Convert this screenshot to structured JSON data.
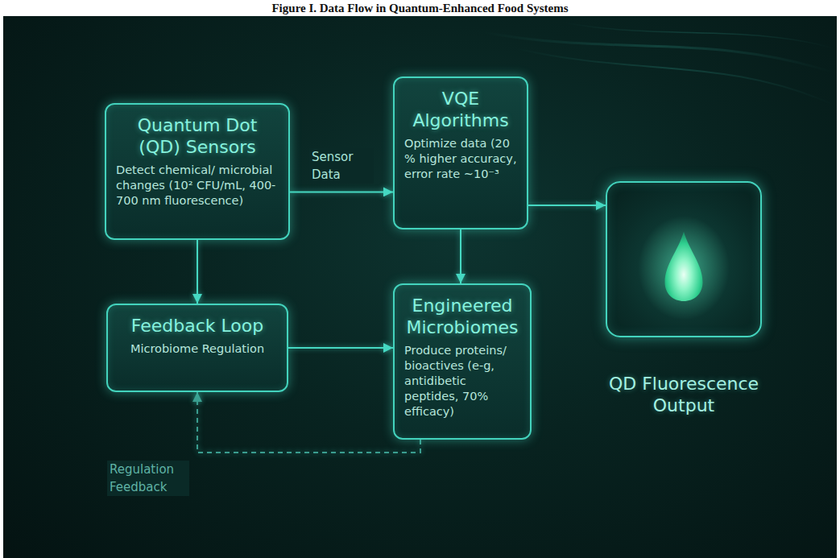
{
  "diagram": {
    "title": "Figure I. Data Flow in Quantum-Enhanced Food Systems",
    "nodes": [
      {
        "text": [
          "Quantum Dot (QD) Sensors",
          "Detect chemical/ microbial changes (10² CFU/mL, 400-700 nm fluorescence)"
        ]
      },
      {
        "text": [
          "VQE Algorithms",
          "Optimize data (20 % higher accuracy, error rate ~10⁻³"
        ]
      },
      {
        "text": [
          "QD Fluorescence Output"
        ]
      },
      {
        "text": [
          "Feedback Loop",
          "Microbiome Regulation"
        ]
      },
      {
        "text": [
          "Engineered Microbiomes",
          "Produce proteins/ bioactives (e-g, antidibetic peptides, 70% efficacy)"
        ]
      }
    ],
    "edges": [
      {
        "from": 0,
        "to": 1,
        "label": "Sensor Data",
        "arrow": "to"
      },
      {
        "from": 1,
        "to": 2,
        "arrow": "to"
      },
      {
        "from": 0,
        "to": 3,
        "arrow": "to"
      },
      {
        "from": 1,
        "to": 4,
        "arrow": "to"
      },
      {
        "from": 3,
        "to": 4,
        "arrow": "to"
      },
      {
        "from": 4,
        "to": 3,
        "label": "Regulation Feedback",
        "arrow": "to"
      }
    ]
  }
}
